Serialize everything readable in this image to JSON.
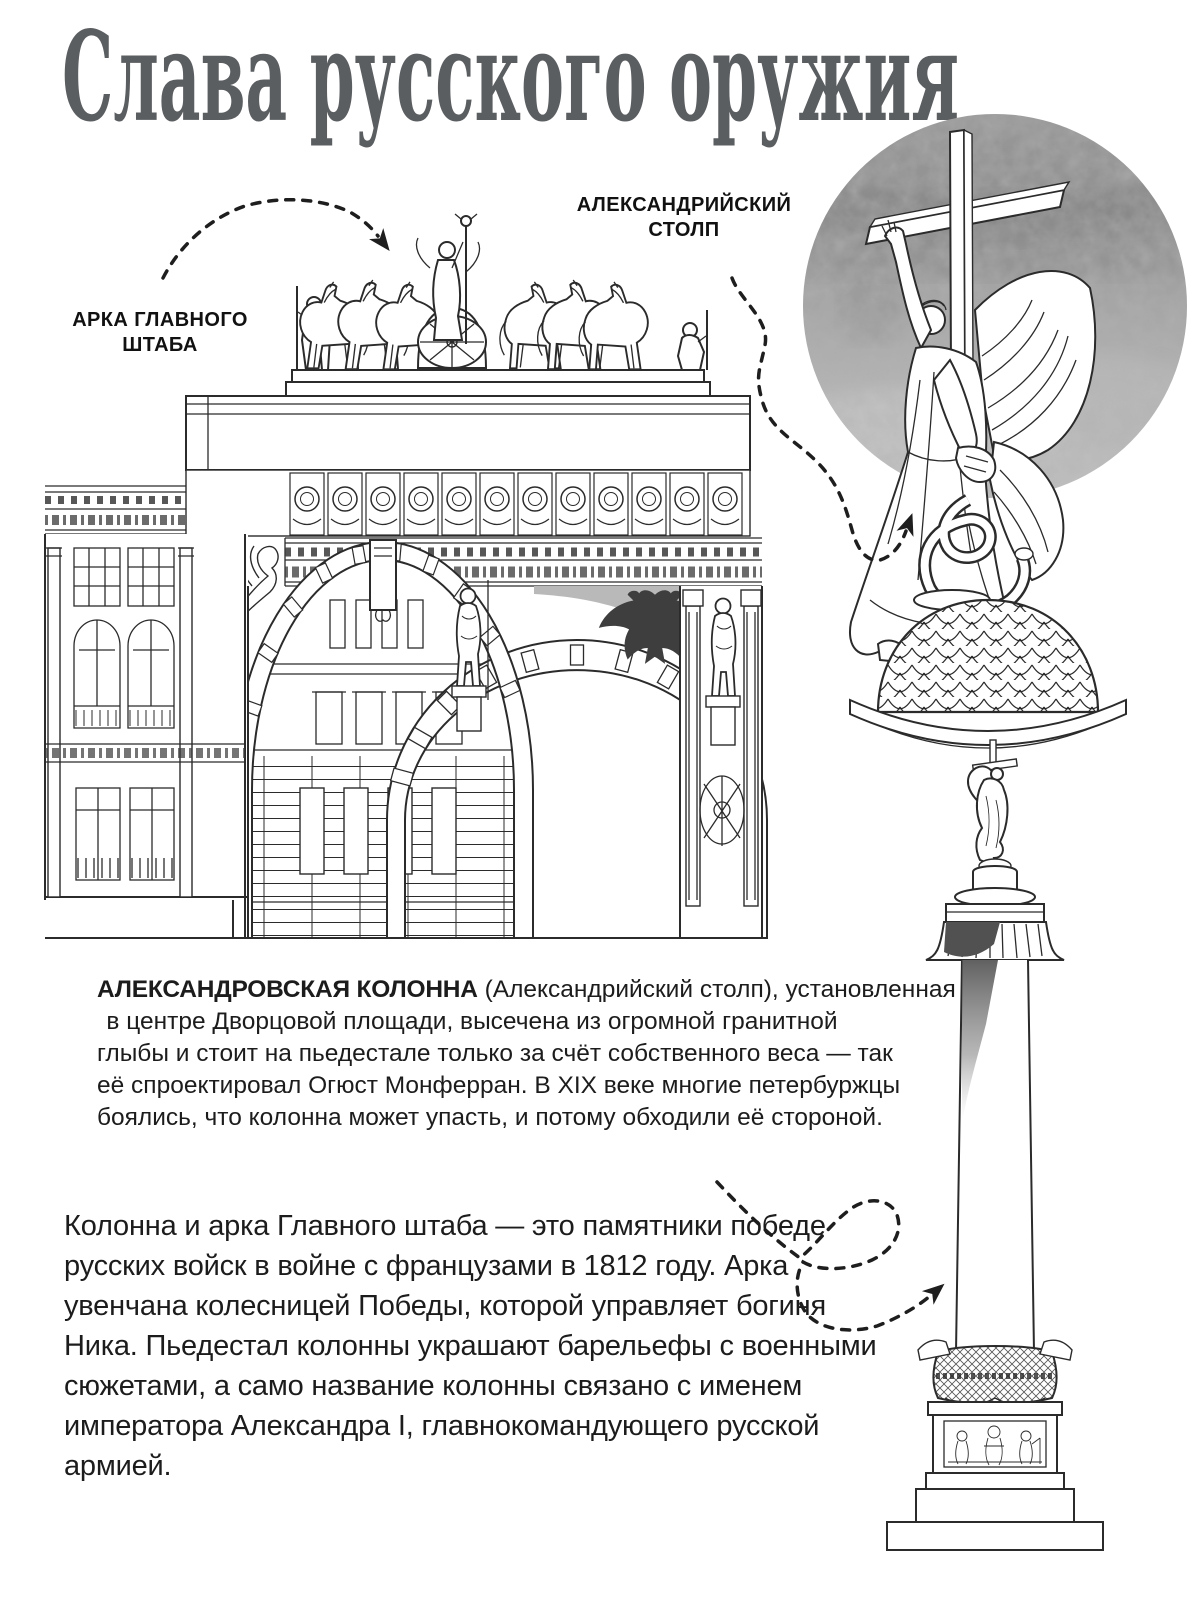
{
  "title": "Слава русского оружия",
  "labels": {
    "arch_line1": "АРКА ГЛАВНОГО",
    "arch_line2": "ШТАБА",
    "column_line1": "АЛЕКСАНДРИЙСКИЙ",
    "column_line2": "СТОЛП"
  },
  "caption": {
    "lead": "АЛЕКСАНДРОВСКАЯ КОЛОННА",
    "line1_rest": " (Александрийский столп), установленная",
    "lines": [
      "в центре Дворцовой площади, высечена из огромной гранитной",
      "глыбы и стоит на пьедестале только за счёт собственного веса — так",
      "её спроектировал Огюст Монферран. В XIX веке многие петербуржцы",
      "боялись, что колонна может упасть, и потому обходили её стороной."
    ]
  },
  "body": {
    "lines": [
      "Колонна и арка Главного штаба — это памятники победе",
      "русских войск в войне с французами в 1812 году. Арка",
      "увенчана колесницей Победы, которой управляет богиня",
      "Ника. Пьедестал колонны украшают барельефы с военными",
      "сюжетами, а само название колонны связано с именем",
      "императора Александра I, главнокомандующего русской",
      "армией."
    ]
  },
  "icons": {
    "arrow_to_chariot": "dashed-curved-arrow",
    "arrow_to_angel": "dashed-wavy-arrow",
    "arrow_to_column": "dashed-loop-arrow"
  },
  "colors": {
    "title": "#5b5e61",
    "text": "#1c1c1c",
    "line_art": "#2b2b2b",
    "watercolor_circle": "#a4a4a4",
    "spandrel_shade": "#b9b9b9",
    "eagle": "#3e3e3e"
  }
}
